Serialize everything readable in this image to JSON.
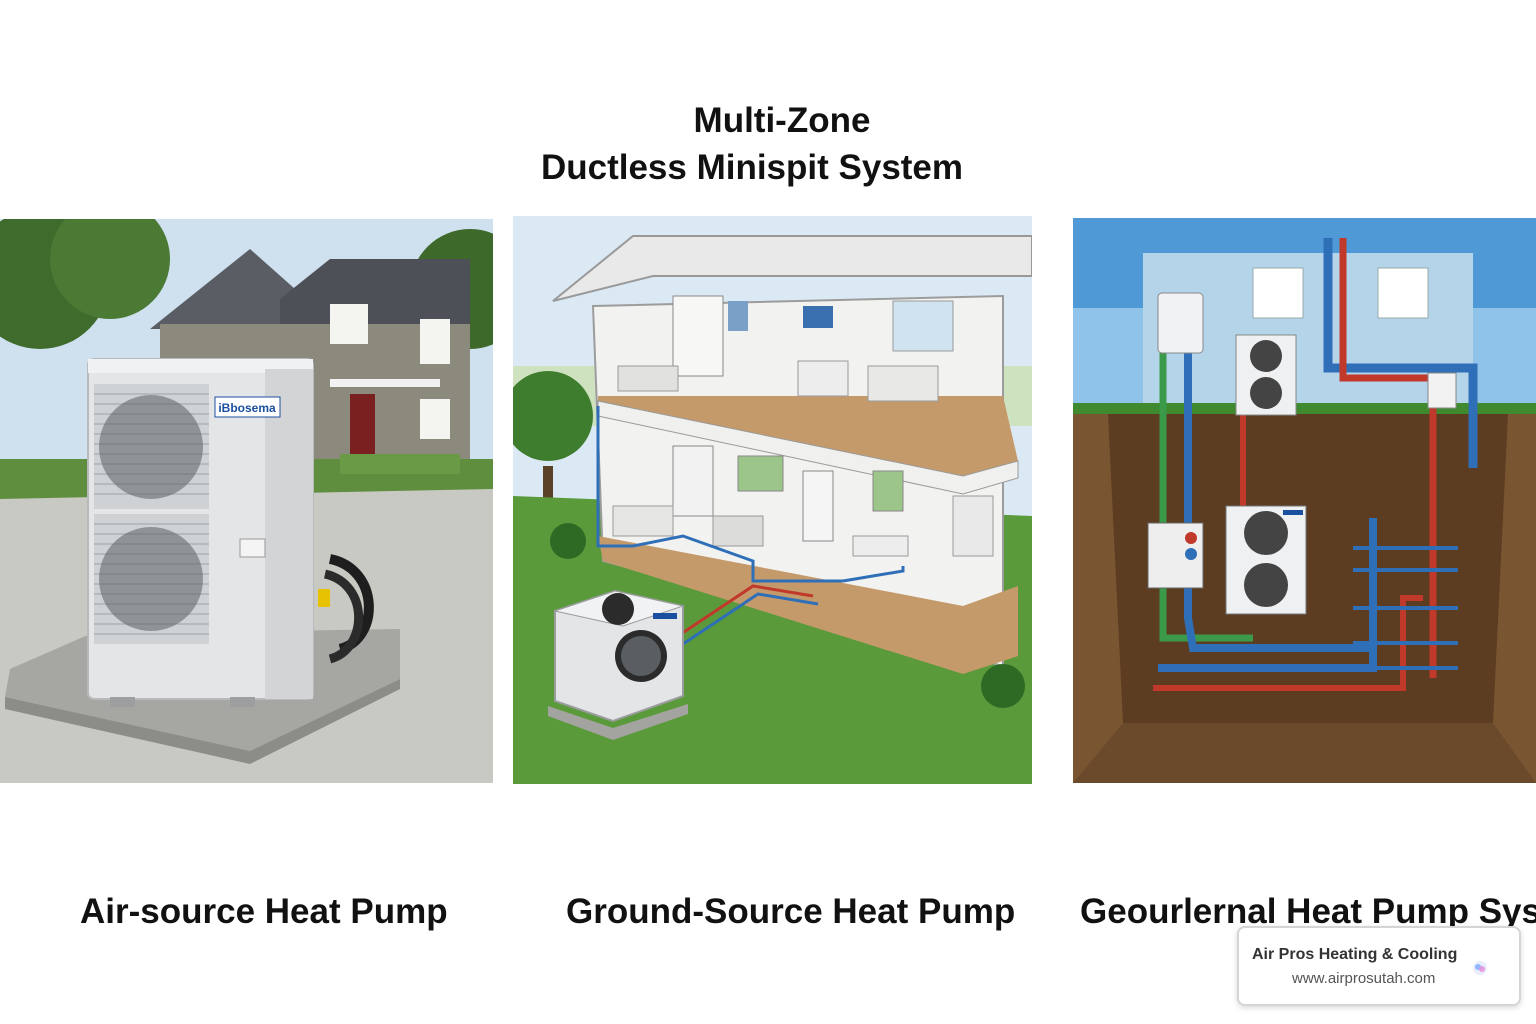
{
  "title": {
    "line1": "Multi-Zone",
    "line2": "Ductless Minispit System"
  },
  "panels": [
    {
      "caption": "Air-source Heat Pump",
      "unit_brand": "iBbosema"
    },
    {
      "caption": "Ground-Source Heat Pump"
    },
    {
      "caption": "Geourlernal Heat Pump Syste"
    }
  ],
  "badge": {
    "name": "Air Pros Heating & Cooling",
    "url": "www.airprosutah.com",
    "icon": "airpros-logo-icon"
  },
  "colors": {
    "sky": "#a9c9e8",
    "grass": "#4f8a34",
    "soil": "#7a5532",
    "pipe_red": "#c0392b",
    "pipe_blue": "#2f6fb8",
    "pipe_green": "#3b9a4a",
    "brand_blue": "#1b4fa0"
  }
}
